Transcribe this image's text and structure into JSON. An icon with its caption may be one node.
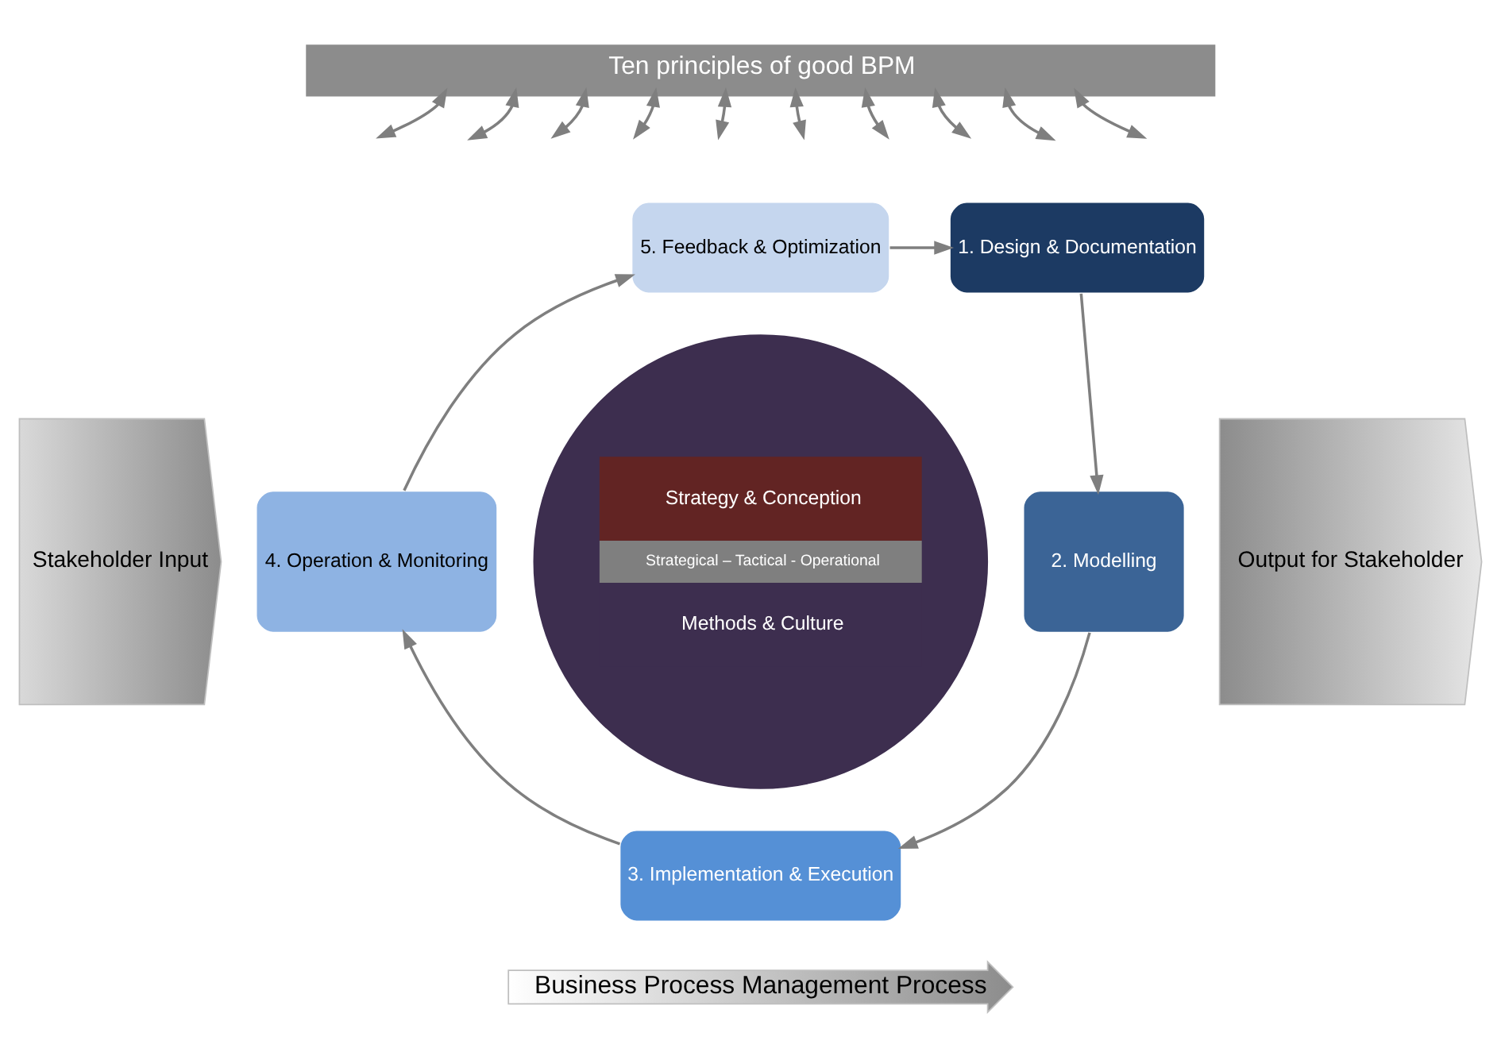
{
  "diagram": {
    "nodes": [
      {
        "text": [
          "Ten principles of good BPM"
        ]
      },
      {
        "text": [
          "Stakeholder Input"
        ]
      },
      {
        "text": [
          "Output for Stakeholder"
        ]
      },
      {
        "text": [
          "5. Feedback & Optimization"
        ]
      },
      {
        "text": [
          "1. Design & Documentation"
        ]
      },
      {
        "text": [
          "2. Modelling"
        ]
      },
      {
        "text": [
          "3. Implementation & Execution"
        ]
      },
      {
        "text": [
          "4. Operation & Monitoring"
        ]
      },
      {
        "text": [
          "Strategy & Conception",
          "Strategical – Tactical - Operational",
          "Methods & Culture"
        ]
      },
      {
        "text": [
          "Business Process Management Process"
        ]
      }
    ],
    "edges": [
      {
        "from": 3,
        "to": 4,
        "arrow": "to"
      },
      {
        "from": 4,
        "to": 5,
        "arrow": "to"
      },
      {
        "from": 5,
        "to": 6,
        "arrow": "to"
      },
      {
        "from": 6,
        "to": 7,
        "arrow": "to"
      },
      {
        "from": 7,
        "to": 3,
        "arrow": "to"
      },
      {
        "from": 0,
        "to": null,
        "arrow": "both"
      },
      {
        "from": 0,
        "to": null,
        "arrow": "both"
      },
      {
        "from": 0,
        "to": null,
        "arrow": "both"
      },
      {
        "from": 0,
        "to": null,
        "arrow": "both"
      },
      {
        "from": 0,
        "to": null,
        "arrow": "both"
      },
      {
        "from": 0,
        "to": null,
        "arrow": "both"
      },
      {
        "from": 0,
        "to": null,
        "arrow": "both"
      },
      {
        "from": 0,
        "to": null,
        "arrow": "both"
      },
      {
        "from": 0,
        "to": null,
        "arrow": "both"
      },
      {
        "from": 0,
        "to": null,
        "arrow": "both"
      }
    ]
  }
}
